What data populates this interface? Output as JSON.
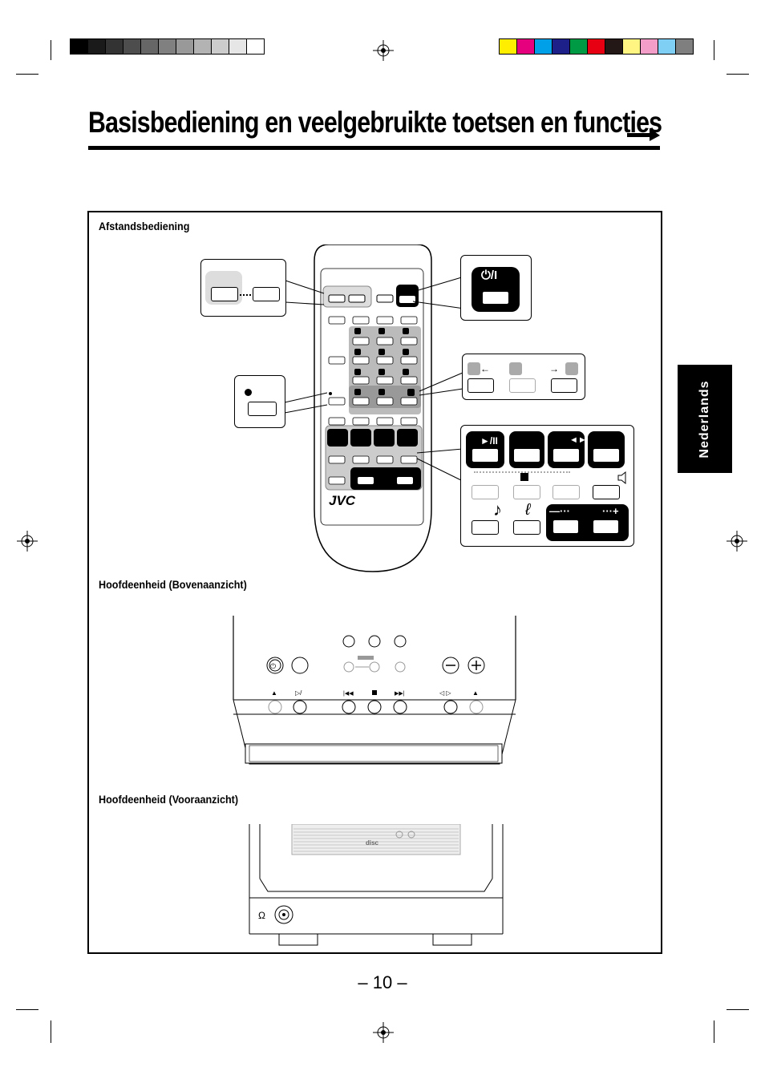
{
  "header": {
    "title": "Basisbediening en veelgebruikte toetsen en functies",
    "continue_arrow_icon": "arrow-right-icon"
  },
  "sections": {
    "remote": "Afstandsbediening",
    "top_view": "Hoofdeenheid (Bovenaanzicht)",
    "front_view": "Hoofdeenheid (Vooraanzicht)"
  },
  "side_tab": {
    "label": "Nederlands"
  },
  "footer": {
    "page_number": "– 10 –"
  },
  "remote": {
    "brand": "JVC",
    "callouts": {
      "power_symbol": "⏻/I",
      "play_pause_symbol": "►/II",
      "direction_symbol": "◄►",
      "volume_minus": "—···",
      "volume_plus": "···+"
    }
  },
  "front_view": {
    "disc_logo": "disc"
  },
  "colors": {
    "gray_bar": [
      "#000000",
      "#1a1a1a",
      "#333333",
      "#4d4d4d",
      "#666666",
      "#808080",
      "#999999",
      "#b3b3b3",
      "#cccccc",
      "#e6e6e6",
      "#ffffff"
    ],
    "color_bar": [
      "#ffee00",
      "#e6007e",
      "#00a0e9",
      "#1d2088",
      "#009944",
      "#e60012",
      "#231815",
      "#fff582",
      "#f29ec8",
      "#7fcef4",
      "#7f7f7f"
    ]
  }
}
